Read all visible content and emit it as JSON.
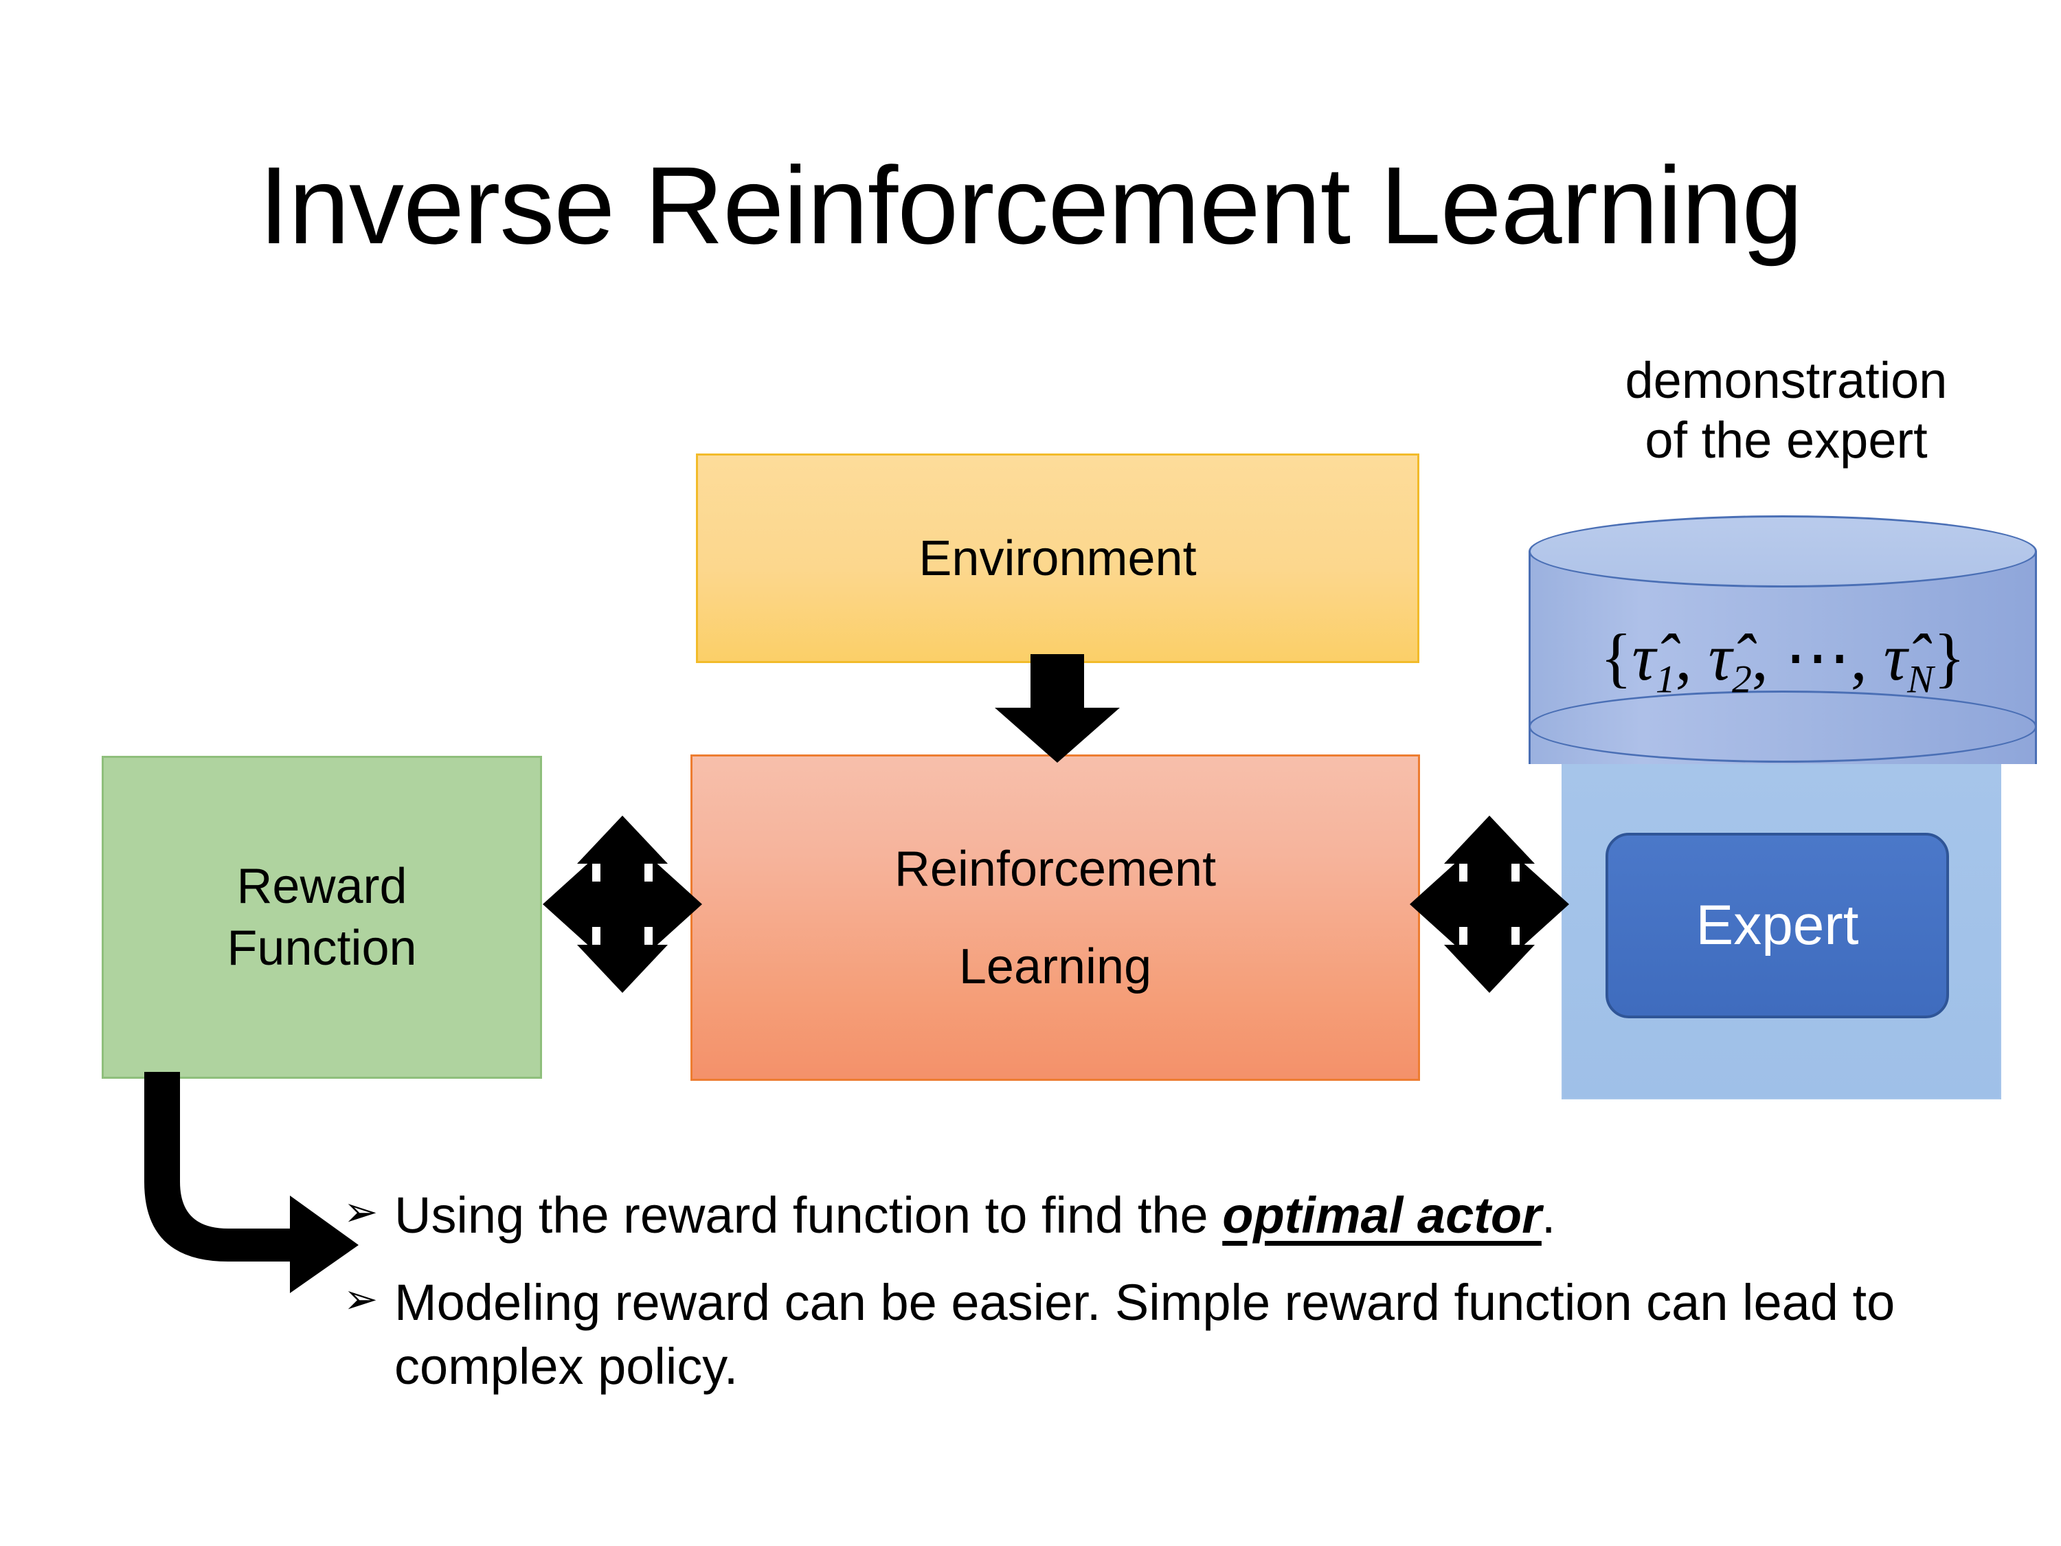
{
  "slide": {
    "title": "Inverse Reinforcement Learning",
    "background_color": "#FFFFFF"
  },
  "diagram": {
    "boxes": [
      {
        "id": "environment",
        "label": "Environment",
        "fill_top": "#FDDC9A",
        "fill_bottom": "#FBCF68",
        "border_color": "#F2BB2A",
        "text_color": "#000000"
      },
      {
        "id": "reward-function",
        "label": "Reward\nFunction",
        "label_line_1": "Reward",
        "label_line_2": "Function",
        "fill": "#AFD39F",
        "border_color": "#8FBF7C",
        "text_color": "#000000"
      },
      {
        "id": "reinforcement-learning",
        "label_line_1": "Reinforcement",
        "label_line_2": "Learning",
        "fill_top": "#F7BFAB",
        "fill_bottom": "#F4916A",
        "border_color": "#ED7D31",
        "text_color": "#000000"
      },
      {
        "id": "expert",
        "label": "Expert",
        "fill": "#4472C4",
        "border_color": "#2F5597",
        "text_color": "#FFFFFF"
      }
    ],
    "demonstration": {
      "caption_line_1": "demonstration",
      "caption_line_2": "of the expert",
      "cylinder_label_open": "{",
      "cylinder_label_tau": "τ̂",
      "cylinder_label_full": "{τ̂1, τ̂2, ⋯, τ̂N}",
      "cylinder_fill": "#9FB4E0",
      "cylinder_top_fill": "#B9CBEC",
      "cylinder_border": "#4A6FB5",
      "panel_fill": "#A6C5EA",
      "subscripts": [
        "1",
        "2",
        "N"
      ],
      "ellipsis": "⋯"
    },
    "arrows": [
      {
        "id": "environment-to-rl",
        "direction": "down",
        "from": "Environment",
        "to": "Reinforcement Learning",
        "color": "#000000"
      },
      {
        "id": "reward-function-to-rl",
        "direction": "four-way",
        "from": "Reward Function",
        "to": "Reinforcement Learning",
        "color": "#000000"
      },
      {
        "id": "rl-to-expert",
        "direction": "four-way",
        "from": "Reinforcement Learning",
        "to": "Expert",
        "color": "#000000"
      },
      {
        "id": "reward-function-to-bullets",
        "direction": "elbow-down-right",
        "from": "Reward Function",
        "to": "bullet list",
        "color": "#000000"
      }
    ]
  },
  "bullets": {
    "marker": "➢",
    "items": [
      {
        "prefix": "Using the reward function to find the ",
        "emphasis": "optimal actor",
        "suffix": "."
      },
      {
        "prefix": "Modeling reward can be easier. Simple reward function can lead to complex policy.",
        "emphasis": "",
        "suffix": ""
      }
    ]
  }
}
